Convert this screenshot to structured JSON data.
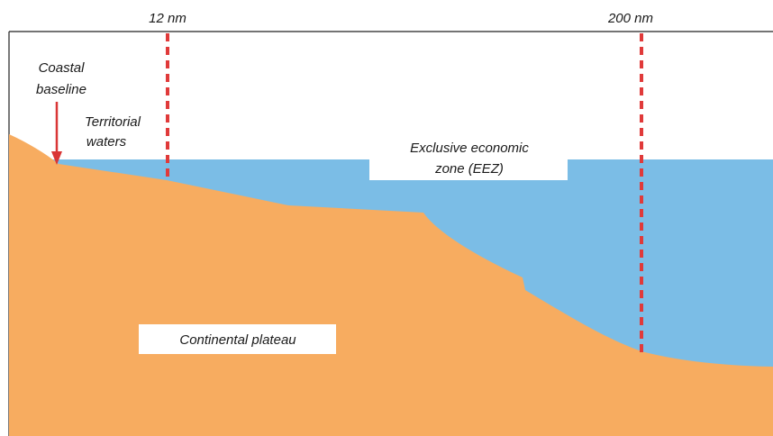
{
  "labels": {
    "marker_12": "12 nm",
    "marker_200": "200 nm",
    "coastal_line1": "Coastal",
    "coastal_line2": "baseline",
    "territorial_line1": "Territorial",
    "territorial_line2": "waters",
    "eez_line1": "Exclusive economic",
    "eez_line2": "zone (EEZ)",
    "plateau": "Continental plateau"
  },
  "colors": {
    "sea": "#7bbde6",
    "land": "#f7ac60",
    "boundary_line": "#e03a3a",
    "baseline_arrow": "#d93636",
    "frame": "#222222",
    "label_box": "#ffffff"
  }
}
